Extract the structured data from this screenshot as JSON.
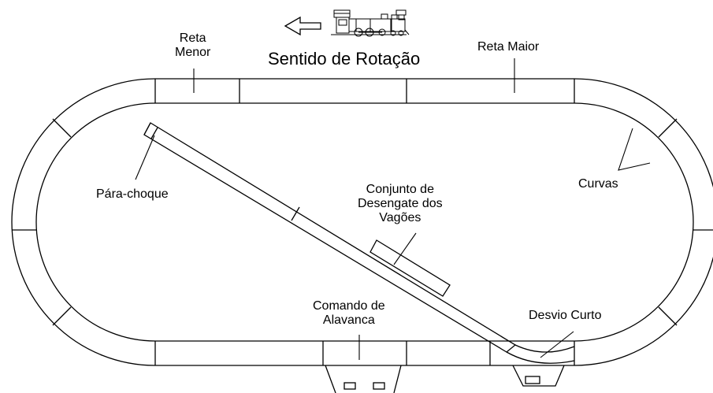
{
  "title": "Sentido de Rotação",
  "labels": {
    "reta_menor": [
      "Reta",
      "Menor"
    ],
    "reta_maior": "Reta Maior",
    "curvas": "Curvas",
    "para_choque": "Pára-choque",
    "desengate": [
      "Conjunto de",
      "Desengate dos",
      "Vagões"
    ],
    "comando": [
      "Comando de",
      "Alavanca"
    ],
    "desvio": "Desvio Curto"
  },
  "icons": {
    "direction": "left-arrow-icon",
    "train": "steam-locomotive-icon"
  }
}
